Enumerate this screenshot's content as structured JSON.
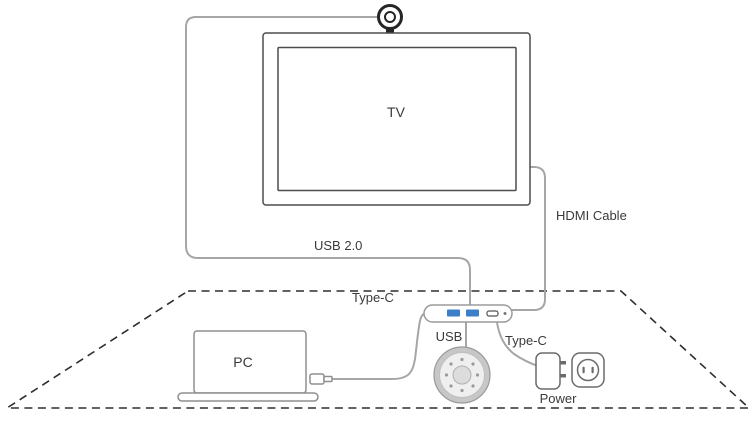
{
  "diagram": {
    "labels": {
      "tv": "TV",
      "pc": "PC",
      "usb2": "USB 2.0",
      "hdmi": "HDMI Cable",
      "typec_hub": "Type-C",
      "usb_port": "USB",
      "typec_power": "Type-C",
      "power": "Power"
    },
    "colors": {
      "cable": "#a6a6a6",
      "device_outline": "#4d4d4d",
      "light_outline": "#8f8f8f",
      "usb_port_blue": "#3d7ec9",
      "table_dash": "#2e2e2e",
      "speaker_body": "#c7c7c7",
      "text": "#3a3a3a",
      "background": "#ffffff"
    },
    "icons": {
      "camera": "camera-icon",
      "tv": "tv-frame",
      "laptop": "laptop-icon",
      "usb_connector": "usb-connector-icon",
      "hub": "hub-icon",
      "speakerphone": "speakerphone-icon",
      "power_adapter": "power-adapter-icon",
      "wall_socket": "wall-socket-icon"
    }
  }
}
